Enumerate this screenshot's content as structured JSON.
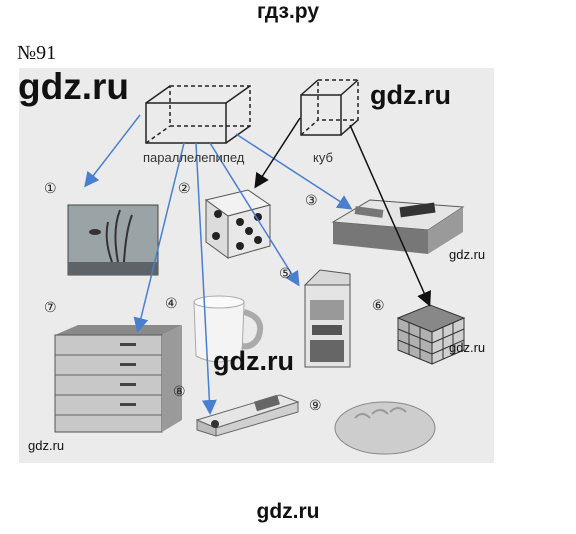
{
  "header": {
    "site": "гдз.ру"
  },
  "task": {
    "number": "№91"
  },
  "watermarks": {
    "big_top_left": "gdz.ru",
    "top_right": "gdz.ru",
    "middle": "gdz.ru",
    "small_right_1": "gdz.ru",
    "small_right_2": "gdz.ru",
    "small_bottom_left": "gdz.ru",
    "footer": "gdz.ru"
  },
  "shapes": {
    "parallelepiped": "параллелепипед",
    "cube": "куб"
  },
  "items": [
    {
      "num": "①",
      "object": "aquarium"
    },
    {
      "num": "②",
      "object": "dice"
    },
    {
      "num": "③",
      "object": "box"
    },
    {
      "num": "④",
      "object": "mug"
    },
    {
      "num": "⑤",
      "object": "juice carton"
    },
    {
      "num": "⑥",
      "object": "rubik cube"
    },
    {
      "num": "⑦",
      "object": "chest of drawers"
    },
    {
      "num": "⑧",
      "object": "carton box"
    },
    {
      "num": "⑨",
      "object": "bread loaf"
    }
  ],
  "colors": {
    "arrow_blue": "#4a7fcf",
    "arrow_black": "#111111",
    "panel": "#ebebeb"
  }
}
